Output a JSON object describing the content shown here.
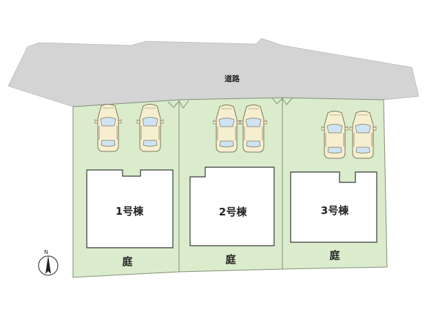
{
  "road": {
    "label": "道路",
    "color": "#d4d4d4"
  },
  "lots": [
    {
      "building": "1号棟",
      "garden": "庭"
    },
    {
      "building": "2号棟",
      "garden": "庭"
    },
    {
      "building": "3号棟",
      "garden": "庭"
    }
  ],
  "north": {
    "label": "N"
  },
  "colors": {
    "lot_fill": "#daeccc",
    "lot_stroke": "#7f8a74",
    "building_fill": "#ffffff",
    "car_fill": "#f6efcf",
    "car_stroke": "#7a735c",
    "glass": "#cfe3f2"
  }
}
